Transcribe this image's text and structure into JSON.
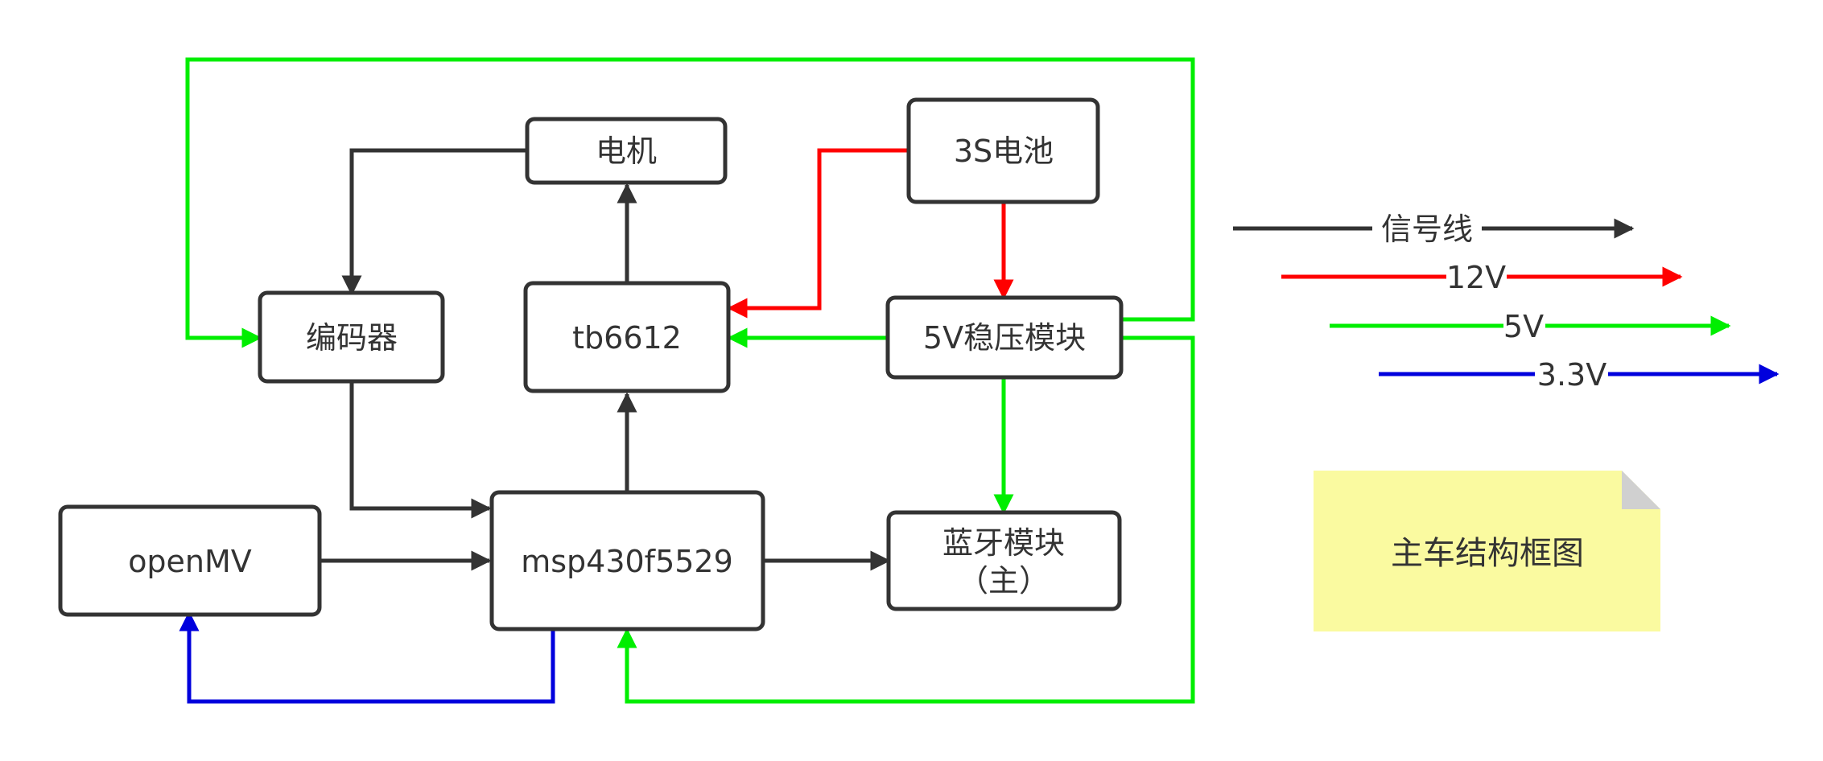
{
  "title": "主车结构框图",
  "colors": {
    "signal": "#333333",
    "v12": "#ff0000",
    "v5": "#00ee00",
    "v33": "#0000dd",
    "note_fill": "#fafaa0",
    "note_fold": "#d0d0d0"
  },
  "nodes": {
    "motor": "电机",
    "battery": "3S电池",
    "encoder": "编码器",
    "tb6612": "tb6612",
    "regulator": "5V稳压模块",
    "openmv": "openMV",
    "msp430": "msp430f5529",
    "bluetooth_line1": "蓝牙模块",
    "bluetooth_line2": "（主）"
  },
  "legend": [
    {
      "label": "信号线",
      "color_key": "signal"
    },
    {
      "label": "12V",
      "color_key": "v12"
    },
    {
      "label": "5V",
      "color_key": "v5"
    },
    {
      "label": "3.3V",
      "color_key": "v33"
    }
  ]
}
